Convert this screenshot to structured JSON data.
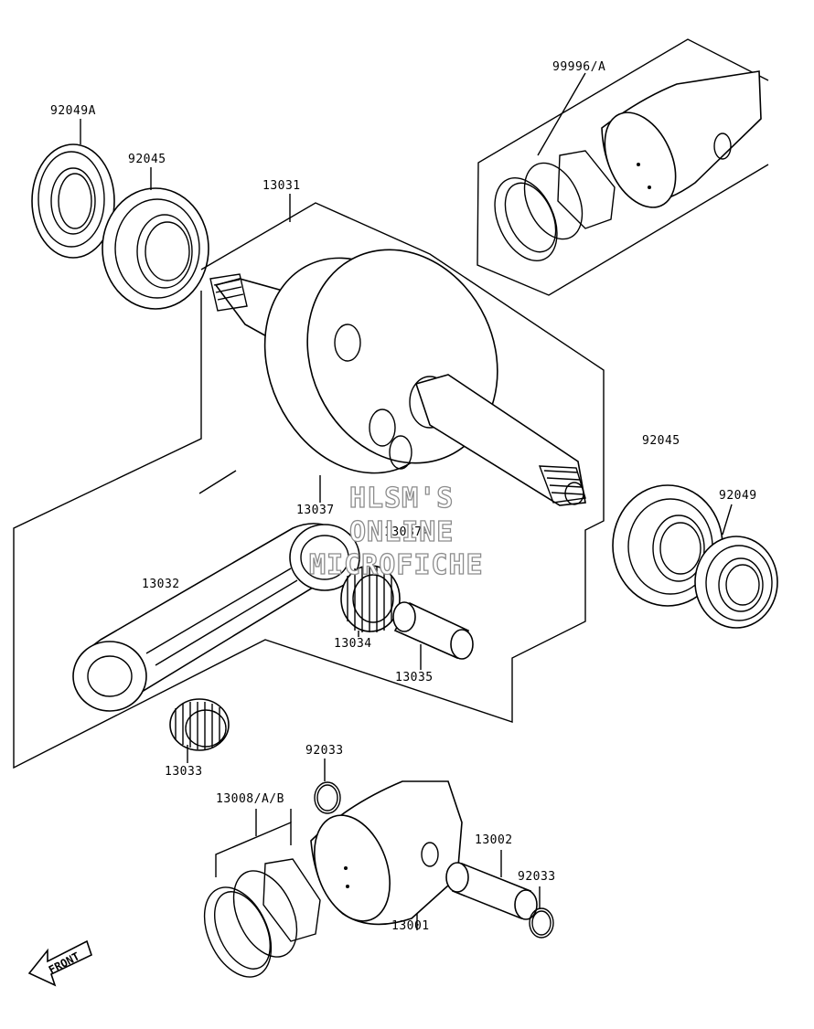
{
  "diagram": {
    "callouts": {
      "p99996A": "99996/A",
      "p92049A": "92049A",
      "p92045_top": "92045",
      "p13031": "13031",
      "p92045_right": "92045",
      "p92049": "92049",
      "p13037": "13037",
      "p13037A": "13037A",
      "p13032": "13032",
      "p13034": "13034",
      "p13035": "13035",
      "p13033": "13033",
      "p92033_top": "92033",
      "p13008": "13008/A/B",
      "p13002": "13002",
      "p92033_right": "92033",
      "p13001": "13001"
    },
    "watermark": {
      "line1": "HLSM'S",
      "line2": "ONLINE",
      "line3": "MICROFICHE"
    },
    "front_arrow_label": "FRONT"
  }
}
